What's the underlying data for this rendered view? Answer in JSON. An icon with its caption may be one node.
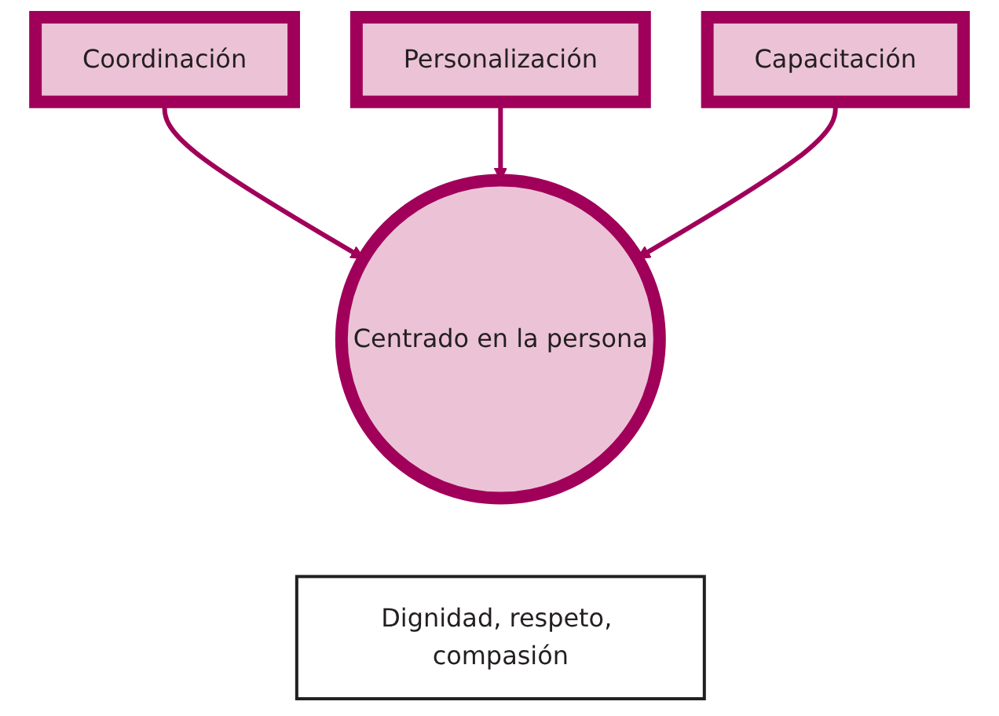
{
  "diagram": {
    "nodes": [
      {
        "text": [
          "Coordinación"
        ]
      },
      {
        "text": [
          "Personalización"
        ]
      },
      {
        "text": [
          "Capacitación"
        ]
      },
      {
        "text": [
          "Centrado en la persona"
        ]
      },
      {
        "text": [
          "Dignidad, respeto, compasión"
        ]
      }
    ],
    "edges": [
      {
        "from": 0,
        "to": 3,
        "arrow": "to"
      },
      {
        "from": 1,
        "to": 3,
        "arrow": "to"
      },
      {
        "from": 2,
        "to": 3,
        "arrow": "to"
      }
    ]
  }
}
